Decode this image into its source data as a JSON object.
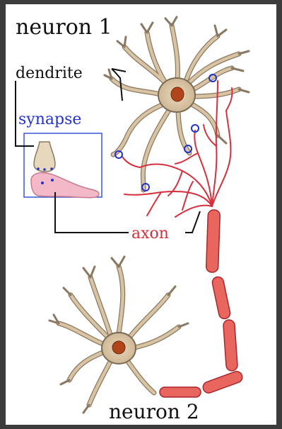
{
  "labels": {
    "neuron1": "neuron 1",
    "neuron2": "neuron 2",
    "dendrite": "dendrite",
    "synapse": "synapse",
    "axon": "axon"
  },
  "colors": {
    "background": "#ffffff",
    "frame": "#3c3c3c",
    "text": "#111111",
    "synapse": "#2233cc",
    "axon_red": "#d6303c",
    "axon_segment": "#e8665e",
    "neuron_body": "#d8c3a3",
    "neuron_outline": "#7a6a58",
    "nucleus": "#b0451b",
    "terminal_pink": "#f3b9c9"
  },
  "icons": {
    "synapse_marker": "blue-circle"
  }
}
